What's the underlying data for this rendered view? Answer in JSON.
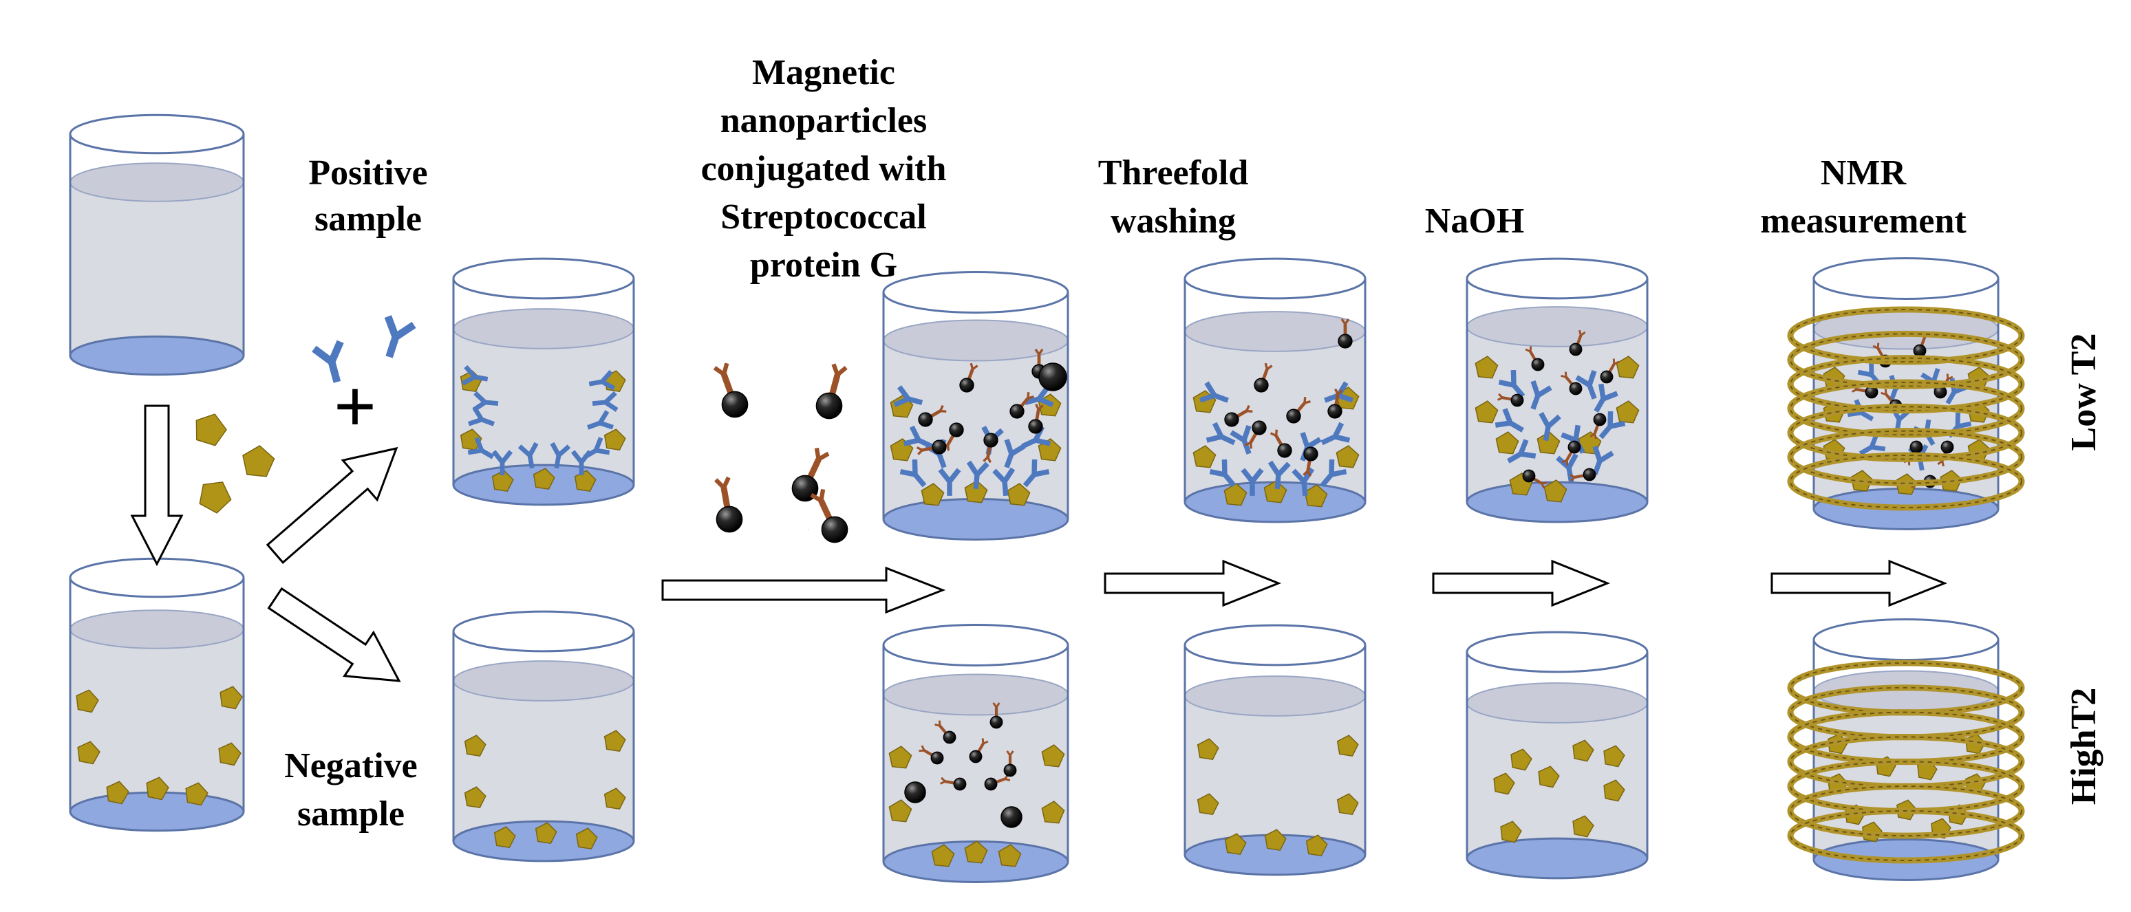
{
  "labels": {
    "positive_sample": [
      "Positive",
      "sample"
    ],
    "negative_sample": [
      "Negative",
      "sample"
    ],
    "magnetic": [
      "Magnetic",
      "nanoparticles",
      "conjugated with",
      "Streptococcal",
      "protein G"
    ],
    "washing": [
      "Threefold",
      "washing"
    ],
    "naoh": "NaOH",
    "nmr": [
      "NMR",
      "measurement"
    ],
    "low_t2": "Low T2",
    "high_t2": "HighT2",
    "plus": "+"
  },
  "colors": {
    "liquid": "#d9dbe3",
    "glass_edge": "#5b74a8",
    "bottom": "#90a8e0",
    "antigen": "#b09418",
    "antibody": "#4f79bf",
    "protein_g": "#9c5228",
    "particle": "#111111",
    "coil": "#b0942a"
  },
  "icons": [
    "beaker",
    "antigen-pentagon",
    "antibody-y",
    "magnetic-nanoparticle",
    "nmr-coil",
    "hollow-arrow"
  ]
}
